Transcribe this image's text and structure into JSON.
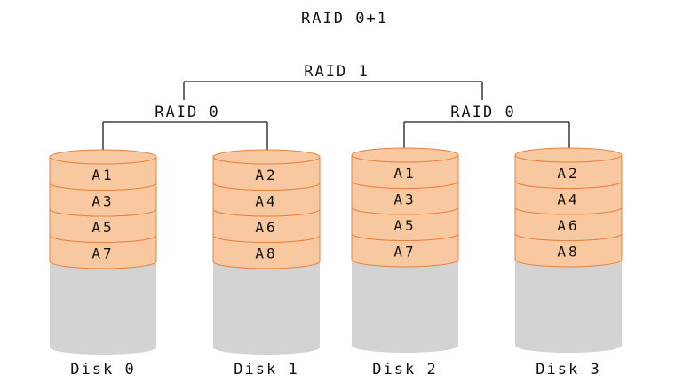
{
  "diagram": {
    "title": "RAID 0+1",
    "mirror_label": "RAID 1",
    "stripe_labels": [
      "RAID 0",
      "RAID 0"
    ],
    "colors": {
      "block_fill": "#f8c8a0",
      "block_stroke": "#e8823f",
      "empty_fill": "#d4d3d4",
      "line": "#1a1a1a"
    },
    "disks": [
      {
        "label": "Disk 0",
        "blocks": [
          "A1",
          "A3",
          "A5",
          "A7"
        ]
      },
      {
        "label": "Disk 1",
        "blocks": [
          "A2",
          "A4",
          "A6",
          "A8"
        ]
      },
      {
        "label": "Disk 2",
        "blocks": [
          "A1",
          "A3",
          "A5",
          "A7"
        ]
      },
      {
        "label": "Disk 3",
        "blocks": [
          "A2",
          "A4",
          "A6",
          "A8"
        ]
      }
    ]
  }
}
